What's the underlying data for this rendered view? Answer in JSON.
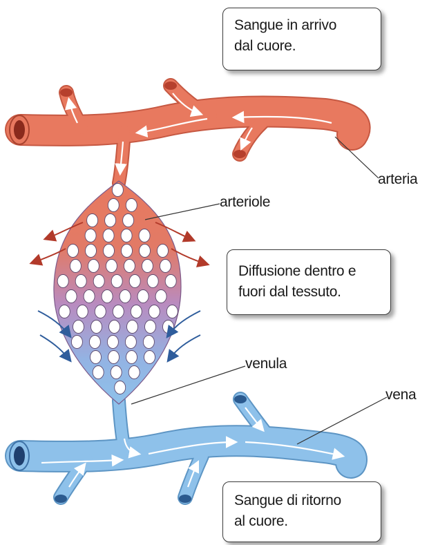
{
  "callouts": {
    "top": [
      "Sangue in arrivo",
      "dal cuore."
    ],
    "middle": [
      "Diffusione dentro e",
      "fuori dal tessuto."
    ],
    "bottom": [
      "Sangue di ritorno",
      "al cuore."
    ]
  },
  "labels": {
    "arteria": "arteria",
    "arteriole": "arteriole",
    "venula": "venula",
    "vena": "vena"
  },
  "colors": {
    "artery": "#e8795f",
    "artery_dark": "#c65842",
    "vein": "#8ec1ea",
    "vein_dark": "#5d95c4",
    "capillary_purple": "#b58bbf",
    "flow_arrow": "#ffffff"
  }
}
